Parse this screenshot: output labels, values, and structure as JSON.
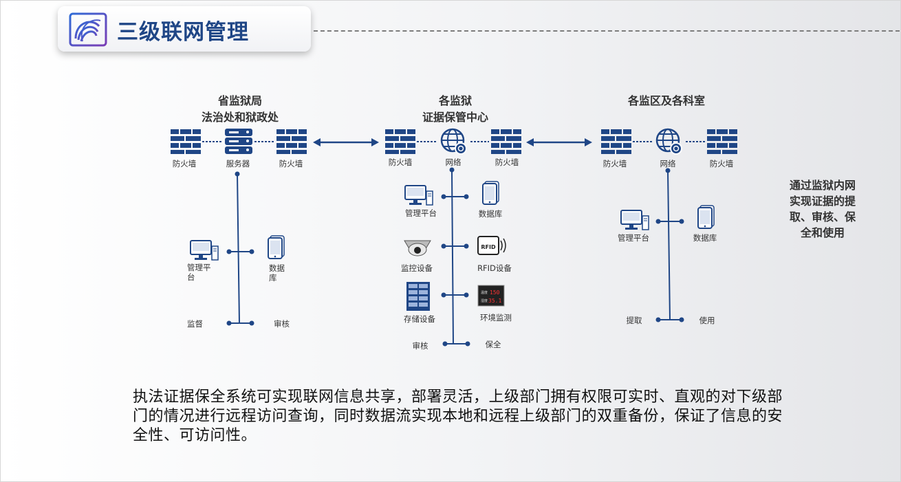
{
  "title": "三级联网管理",
  "colors": {
    "primary": "#1f4686",
    "text": "#333333"
  },
  "nodes": {
    "province": {
      "heading_line1": "省监狱局",
      "heading_line2": "法治处和狱政处",
      "fw_left": "防火墙",
      "server": "服务器",
      "fw_right": "防火墙",
      "mgmt_line1": "管理平",
      "mgmt_line2": "台",
      "db_line1": "数据",
      "db_line2": "库",
      "supervise": "监督",
      "audit": "审核"
    },
    "prison": {
      "heading_line1": "各监狱",
      "heading_line2": "证据保管中心",
      "fw_left": "防火墙",
      "network": "网络",
      "fw_right": "防火墙",
      "mgmt": "管理平台",
      "db": "数据库",
      "monitor": "监控设备",
      "rfid": "RFID设备",
      "storage": "存储设备",
      "env": "环境监测",
      "audit": "审核",
      "preserve": "保全",
      "rfid_tag": "RFID",
      "env_v1": "150",
      "env_v2": "35.1",
      "env_l1": "温度",
      "env_l2": "湿度"
    },
    "district": {
      "heading": "各监区及各科室",
      "fw_left": "防火墙",
      "network": "网络",
      "fw_right": "防火墙",
      "mgmt": "管理平台",
      "db": "数据库",
      "extract": "提取",
      "use": "使用"
    }
  },
  "side_note": "通过监狱内网实现证据的提取、审核、保全和使用",
  "description": "执法证据保全系统可实现联网信息共享，部署灵活，上级部门拥有权限可实时、直观的对下级部门的情况进行远程访问查询，同时数据流实现本地和远程上级部门的双重备份，保证了信息的安全性、可访问性。",
  "icons": [
    "logo-icon",
    "firewall-icon",
    "server-icon",
    "globe-network-icon",
    "monitor-icon",
    "tablet-icon",
    "camera-icon",
    "rfid-icon",
    "storage-cabinet-icon",
    "env-monitor-icon"
  ]
}
